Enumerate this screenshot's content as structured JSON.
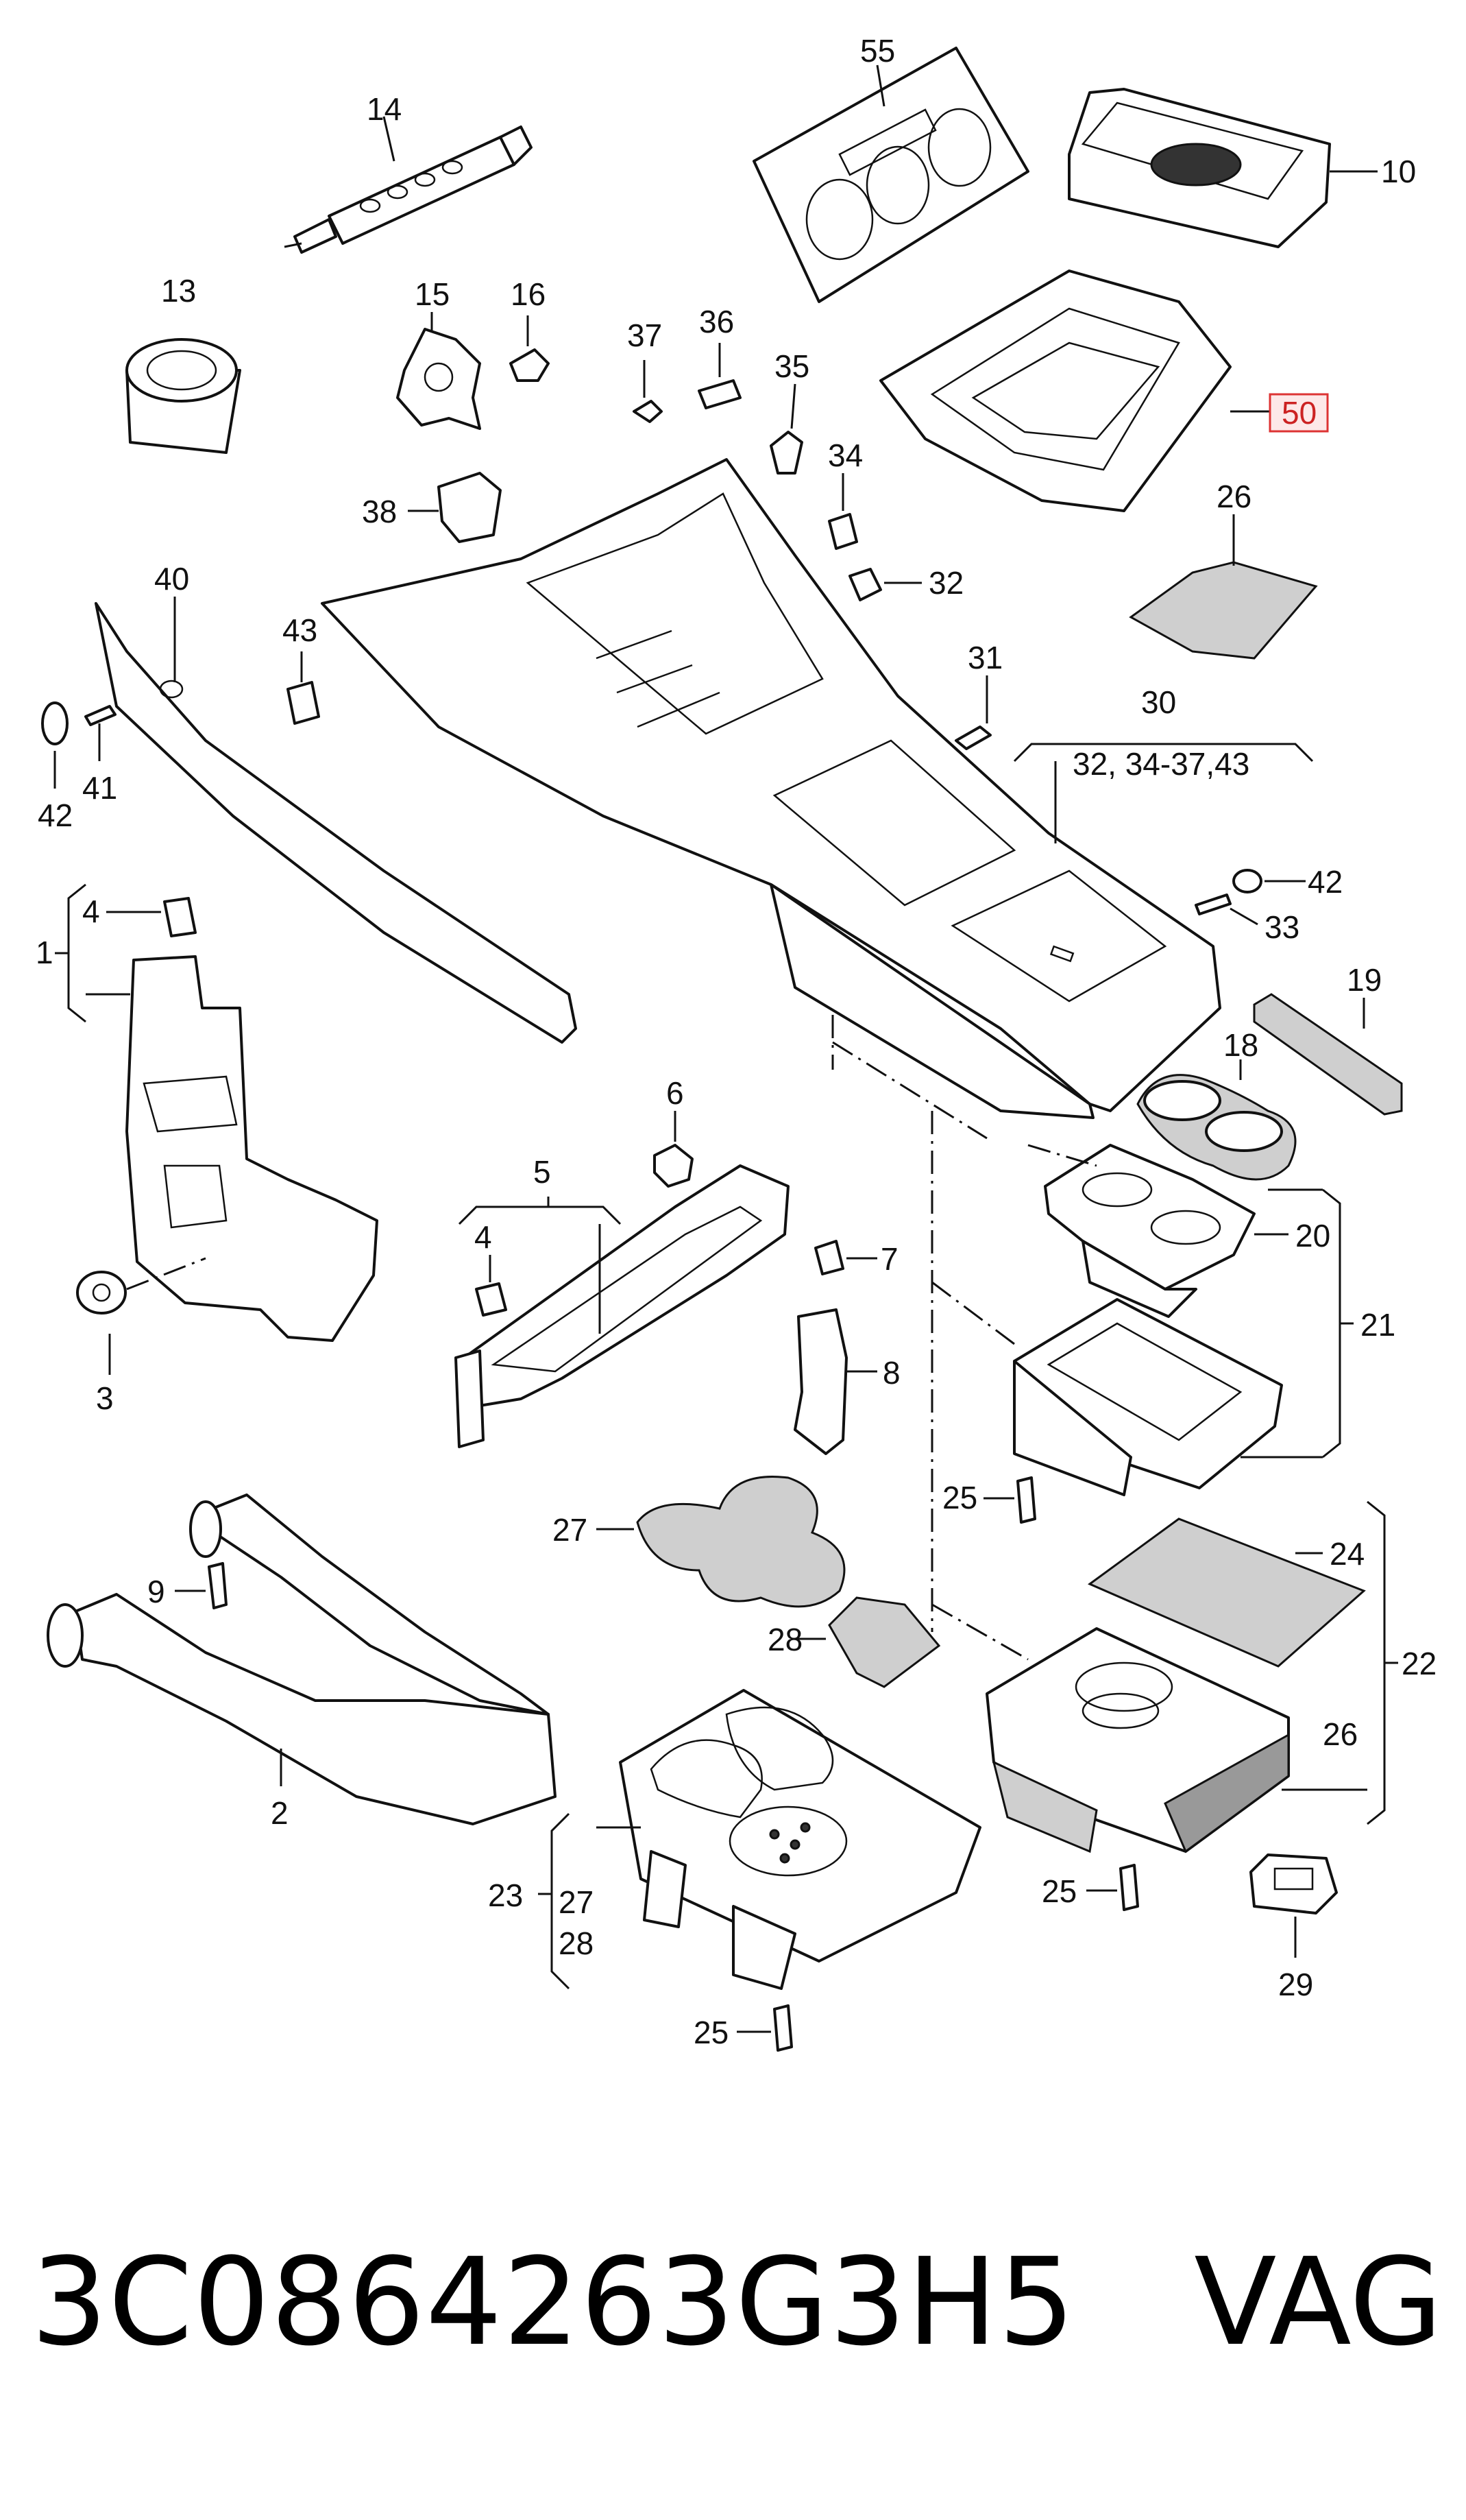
{
  "diagram": {
    "labels": {
      "n55": "55",
      "n10": "10",
      "n14": "14",
      "n13": "13",
      "n15": "15",
      "n16": "16",
      "n37": "37",
      "n36": "36",
      "n35": "35",
      "n50": "50",
      "n38": "38",
      "n34": "34",
      "n26a": "26",
      "n32": "32",
      "n40": "40",
      "n43": "43",
      "n31": "31",
      "n30": "30",
      "n30sub": "32, 34-37,43",
      "n42a": "42",
      "n41": "41",
      "n42b": "42",
      "n33": "33",
      "n4a": "4",
      "n1": "1",
      "n19": "19",
      "n18": "18",
      "n6": "6",
      "n5": "5",
      "n4b": "4",
      "n7": "7",
      "n20": "20",
      "n21": "21",
      "n3": "3",
      "n8": "8",
      "n25a": "25",
      "n27a": "27",
      "n24": "24",
      "n9": "9",
      "n28a": "28",
      "n22": "22",
      "n26b": "26",
      "n2": "2",
      "n23": "23",
      "n27b": "27",
      "n28b": "28",
      "n25b": "25",
      "n29": "29",
      "n25c": "25"
    },
    "highlighted_label": "50"
  },
  "footer": {
    "part_number": "3C0864263G3H5",
    "brand": "VAG"
  }
}
